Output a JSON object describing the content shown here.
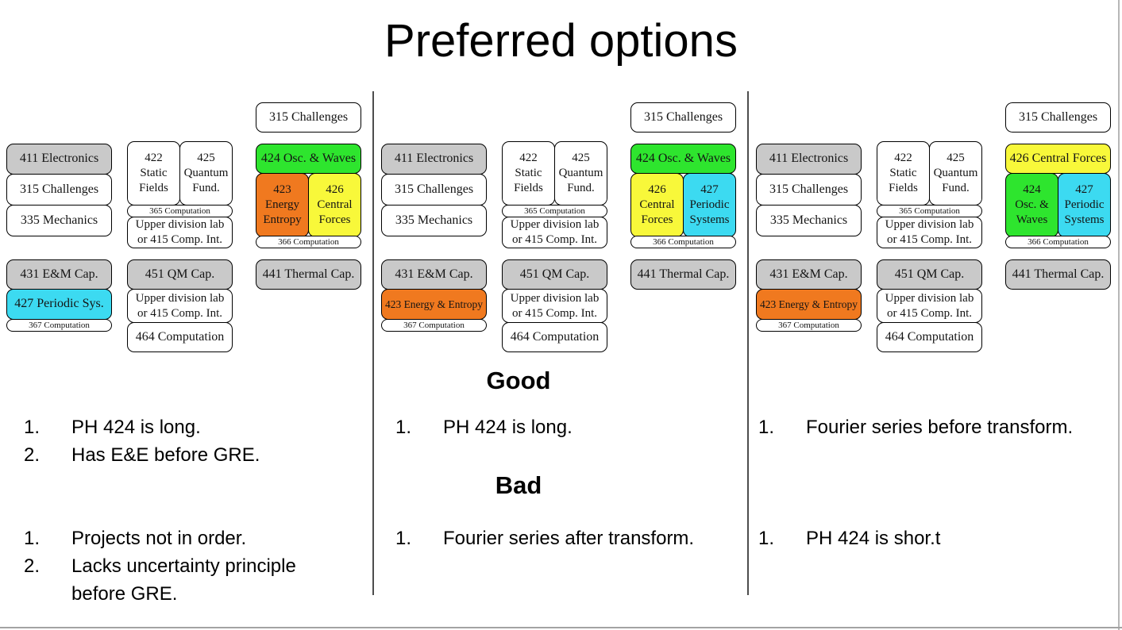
{
  "title": "Preferred options",
  "palette": {
    "gray": "#c9c9c9",
    "green": "#2ee52e",
    "orange": "#f0791f",
    "yellow": "#f8f83a",
    "cyan": "#3cdaf1",
    "white": "#ffffff"
  },
  "headings": {
    "good": "Good",
    "bad": "Bad"
  },
  "sections": [
    {
      "top_challenge": "315 Challenges",
      "intro": [
        "411 Electronics",
        "315 Challenges",
        "335 Mechanics"
      ],
      "static_fields": "422\nStatic\nFields",
      "quantum_fund": "425\nQuantum\nFund.",
      "bar365": "365 Computation",
      "upper_lab_top": "Upper division lab\nor 415 Comp. Int.",
      "para_full": "424 Osc. & Waves",
      "para_left": "423\nEnergy\nEntropy",
      "para_right": "426\nCentral\nForces",
      "bar366": "366 Computation",
      "cap_em": "431 E&M Cap.",
      "mid_course": "427 Periodic Sys.",
      "bar367": "367 Computation",
      "cap_qm": "451 QM Cap.",
      "upper_lab_bottom": "Upper division lab\nor 415 Comp. Int.",
      "comp464": "464 Computation",
      "cap_thermal": "441 Thermal Cap.",
      "notes_top": [
        "PH 424 is long.",
        "Has E&E before GRE."
      ],
      "notes_bottom": [
        "Projects not in order.",
        "Lacks uncertainty principle before GRE."
      ]
    },
    {
      "top_challenge": "315 Challenges",
      "intro": [
        "411 Electronics",
        "315 Challenges",
        "335 Mechanics"
      ],
      "static_fields": "422\nStatic\nFields",
      "quantum_fund": "425\nQuantum\nFund.",
      "bar365": "365 Computation",
      "upper_lab_top": "Upper division lab\nor 415 Comp. Int.",
      "para_full": "424 Osc. & Waves",
      "para_left": "426\nCentral\nForces",
      "para_right": "427\nPeriodic\nSystems",
      "bar366": "366 Computation",
      "cap_em": "431 E&M Cap.",
      "mid_course": "423 Energy & Entropy",
      "bar367": "367 Computation",
      "cap_qm": "451 QM Cap.",
      "upper_lab_bottom": "Upper division lab\nor 415 Comp. Int.",
      "comp464": "464 Computation",
      "cap_thermal": "441 Thermal Cap.",
      "notes_top": [
        "PH 424 is long."
      ],
      "notes_bottom": [
        "Fourier series after transform."
      ]
    },
    {
      "top_challenge": "315 Challenges",
      "intro": [
        "411 Electronics",
        "315 Challenges",
        "335 Mechanics"
      ],
      "static_fields": "422\nStatic\nFields",
      "quantum_fund": "425\nQuantum\nFund.",
      "bar365": "365 Computation",
      "upper_lab_top": "Upper division lab\nor 415 Comp. Int.",
      "para_full": "426 Central Forces",
      "para_left": "424\nOsc. &\nWaves",
      "para_right": "427\nPeriodic\nSystems",
      "bar366": "366 Computation",
      "cap_em": "431 E&M Cap.",
      "mid_course": "423 Energy & Entropy",
      "bar367": "367 Computation",
      "cap_qm": "451 QM Cap.",
      "upper_lab_bottom": "Upper division lab\nor 415 Comp. Int.",
      "comp464": "464 Computation",
      "cap_thermal": "441 Thermal Cap.",
      "notes_top": [
        "Fourier series before transform."
      ],
      "notes_bottom": [
        "PH 424 is shor.t"
      ]
    }
  ]
}
